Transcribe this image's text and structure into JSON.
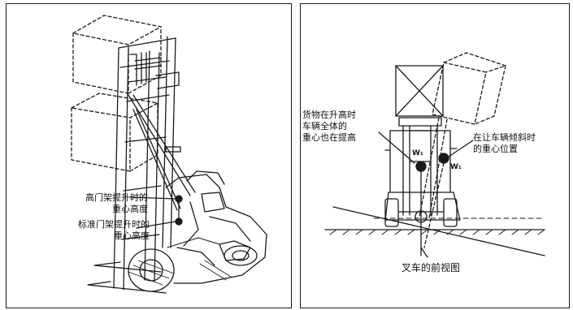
{
  "left": {
    "label_high_mast": [
      "高门架提升时的",
      "重心高度"
    ],
    "label_standard_mast": [
      "标准门架提升时的",
      "重心高度"
    ]
  },
  "right": {
    "label_raised_load": [
      "货物在升高时",
      "车辆全体的",
      "重心也在提高"
    ],
    "label_tilted": [
      "在让车辆倾斜时",
      "的重心位置"
    ],
    "weight_w1": "W₁",
    "weight_w2": "W₁",
    "caption": "叉车的前视图"
  }
}
